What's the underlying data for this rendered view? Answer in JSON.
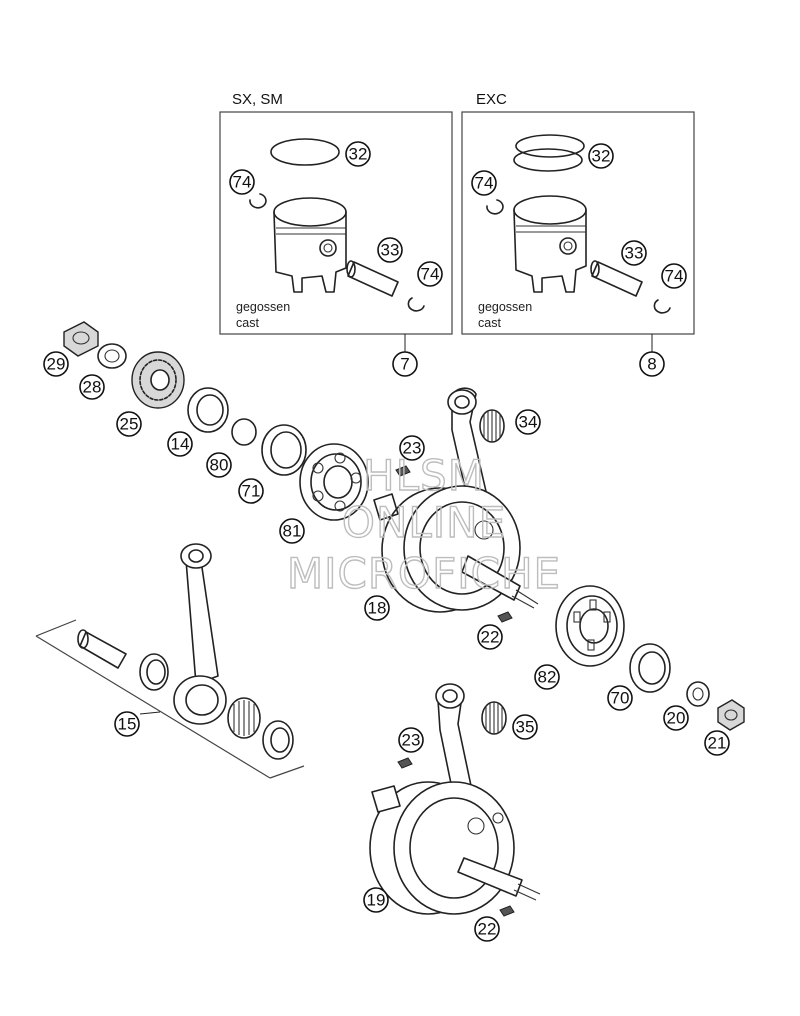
{
  "boxes": {
    "left": {
      "title": "SX, SM",
      "note_de": "gegossen",
      "note_en": "cast"
    },
    "right": {
      "title": "EXC",
      "note_de": "gegossen",
      "note_en": "cast"
    }
  },
  "callouts": {
    "c7": "7",
    "c8": "8",
    "c32a": "32",
    "c74a": "74",
    "c33a": "33",
    "c74b": "74",
    "c32b": "32",
    "c74c": "74",
    "c33b": "33",
    "c74d": "74",
    "c29": "29",
    "c28": "28",
    "c25": "25",
    "c14": "14",
    "c80": "80",
    "c71": "71",
    "c81": "81",
    "c23a": "23",
    "c34": "34",
    "c18": "18",
    "c22a": "22",
    "c82": "82",
    "c70": "70",
    "c20": "20",
    "c21": "21",
    "c15": "15",
    "c23b": "23",
    "c35": "35",
    "c19": "19",
    "c22b": "22"
  },
  "watermark": {
    "line1": "HLSM",
    "line2": "ONLINE",
    "line3": "MICROFICHE"
  }
}
